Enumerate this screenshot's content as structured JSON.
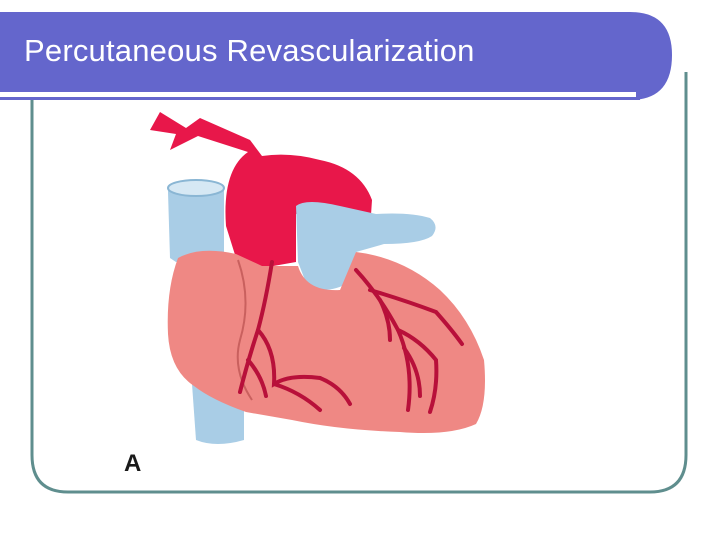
{
  "slide": {
    "title": "Percutaneous Revascularization",
    "figure_label": "A"
  },
  "colors": {
    "title_bar": "#6466cc",
    "frame_border": "#5f8e8e",
    "aorta_red": "#e8174a",
    "heart_pink": "#ef8884",
    "vein_blue": "#a9cde6",
    "artery_dark": "#b8103a"
  },
  "icons": {
    "heart": "heart-illustration"
  }
}
